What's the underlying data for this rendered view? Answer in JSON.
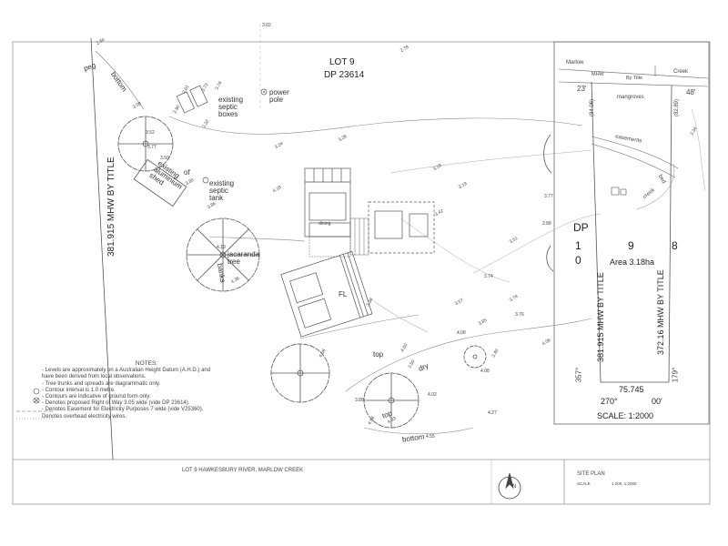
{
  "lot": {
    "title": "LOT 9",
    "dp": "DP 23614"
  },
  "boundary": {
    "left": "381.915 MHW BY TITLE"
  },
  "labels": {
    "peg": "peg",
    "bottom_top": "bottom",
    "power_pole": "power\npole",
    "septic_boxes": "existing\nseptic\nboxes",
    "septic_tank": "existing\nseptic\ntank",
    "aluminium_shed": "existing\naluminium\nshed",
    "jacaranda": "jacaranda\ntree",
    "banks": "banks",
    "fl": "FL",
    "dining": "dining",
    "top": "top",
    "dry": "dry",
    "top2": "top",
    "bottom_lower": "bottom",
    "of": "of",
    "north": "N"
  },
  "levels": [
    "2.84",
    "2.78",
    "3.08",
    "2.61",
    "3.73",
    "2.90",
    "3.76",
    "3.32",
    "3.26",
    "3.24",
    "3.18",
    "3.52",
    "3.77",
    "3.50",
    "3.80",
    "3.86",
    "4.19",
    "4.18",
    "4.36",
    "3.42",
    "3.19",
    "3.77",
    "2.88",
    "3.51",
    "3.67",
    "3.74",
    "3.76",
    "4.06",
    "3.40",
    "3.85",
    "4.56",
    "3.50",
    "4.02",
    "3.88",
    "4.00",
    "4.08",
    "4.27",
    "4.55",
    "4.33",
    "4.56",
    "3.38",
    "3.34",
    "4.08",
    "3.74",
    "3.02"
  ],
  "notes": {
    "title": "NOTES:",
    "lines": [
      "- Levels are approximately on a Australian Height Datum (A.H.D.) and",
      "  have been derived from local observations.",
      "- Tree trunks and spreads are diagrammatic only.",
      "- Contour interval is 1.0 metre.",
      "- Contours are indicative of ground form only.",
      "- Denotes proposed Right of Way 3.05 wide (vide DP 23614).",
      "- Denotes Easement for Electricity Purposes 7 wide (vide V25360).",
      "  Denotes overhead electricity wires."
    ]
  },
  "title_block": {
    "project": "LOT 9 HAWKESBURY RIVER, MARLOW CREEK",
    "sheet": "SITE PLAN",
    "scale_label": "SCALE",
    "scale_value": "1:200, 1:2000"
  },
  "inset": {
    "creek_name": "Marlow",
    "creek_word": "Creek",
    "mhw": "MHW",
    "by_title": "By Title",
    "deg_left": "23'",
    "ch_left": "(84.06)",
    "ch_right": "(82.89)",
    "deg_right": "48'",
    "mangroves": "mangroves",
    "easements": "easements",
    "bed": "bed",
    "creek": "creek",
    "dp": "DP",
    "lot_digits": [
      "1",
      "0",
      "9",
      "8"
    ],
    "area": "Area 3.18ha",
    "left_boundary": "381.915 MHW BY TITLE",
    "right_boundary": "372.16 MHW BY TITLE",
    "bottom_left_angle": "357°",
    "bottom_right_angle": "179°",
    "bottom_length": "75.745",
    "bottom_bearing": "270°",
    "bottom_minutes": "00'",
    "scale": "SCALE: 1:2000"
  }
}
